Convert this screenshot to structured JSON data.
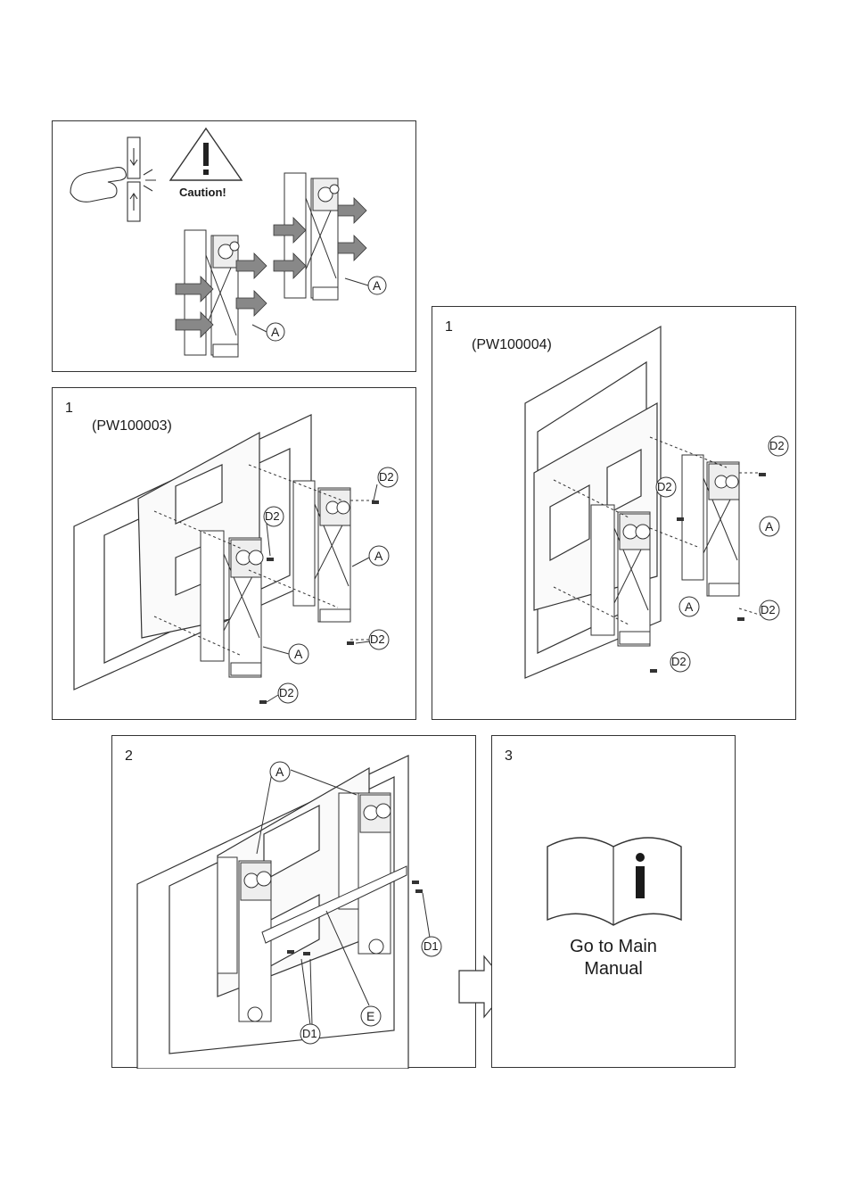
{
  "caution_panel": {
    "caution_label": "Caution!",
    "part_label": "A"
  },
  "panel_pw100003": {
    "step": "1",
    "model": "(PW100003)",
    "labels": {
      "screw": "D2",
      "arm": "A"
    }
  },
  "panel_pw100004": {
    "step": "1",
    "model": "(PW100004)",
    "labels": {
      "screw": "D2",
      "arm": "A"
    }
  },
  "panel_step2": {
    "step": "2",
    "labels": {
      "arm": "A",
      "bolt": "D1",
      "bar": "E"
    }
  },
  "panel_step3": {
    "step": "3",
    "goto_line1": "Go to Main",
    "goto_line2": "Manual",
    "icon": "info-book-icon"
  }
}
